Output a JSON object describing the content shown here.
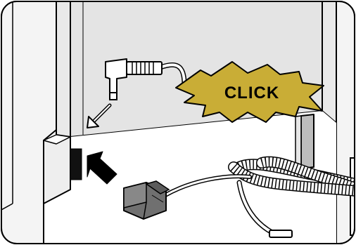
{
  "callout": {
    "label": "CLICK",
    "fill": "#c9ad36"
  },
  "colors": {
    "outline": "#000000",
    "panel": "#e4e4e4",
    "wall": "#ffffff",
    "frame": "#f3f3f3",
    "plug_body": "#707070",
    "hose": "#ffffff",
    "background": "#ffffff"
  },
  "icons": {
    "direction_arrow_small": "diagonal-arrow-down-left",
    "direction_arrow_large": "bold-arrow-up-left",
    "connector": "angled-plug",
    "cable_plug": "power-plug"
  }
}
